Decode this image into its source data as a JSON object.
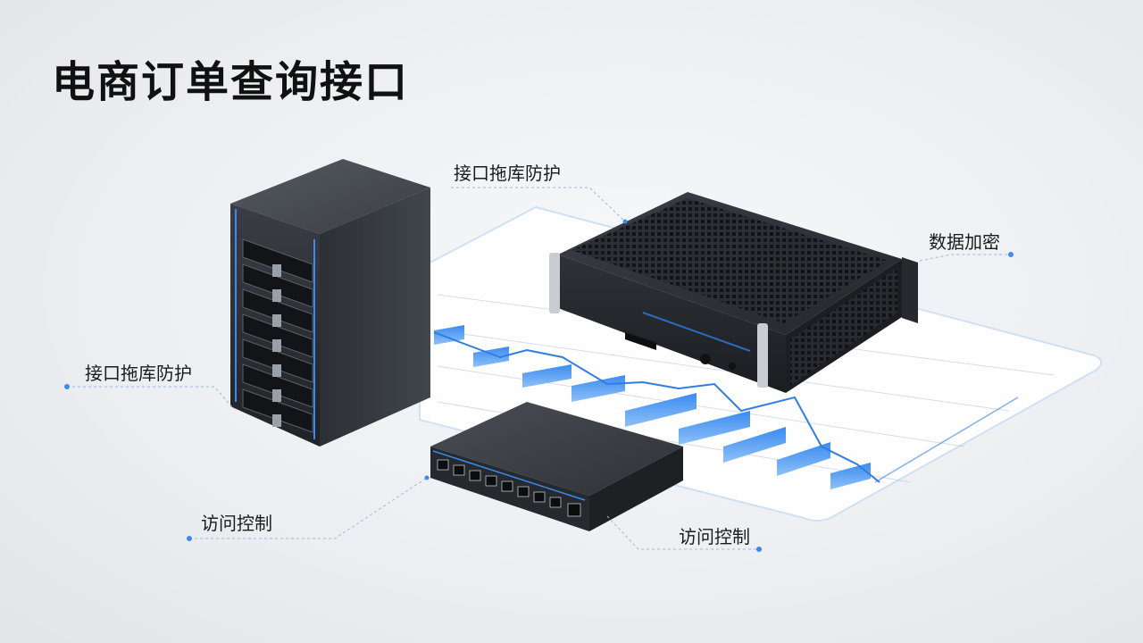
{
  "title": "电商订单查询接口",
  "labels": {
    "top_center": "接口拖库防护",
    "right": "数据加密",
    "left": "接口拖库防护",
    "bottom_left": "访问控制",
    "bottom_right": "访问控制"
  },
  "colors": {
    "accent": "#2f7de1",
    "device_dark": "#2b2e33",
    "title": "#111111"
  }
}
